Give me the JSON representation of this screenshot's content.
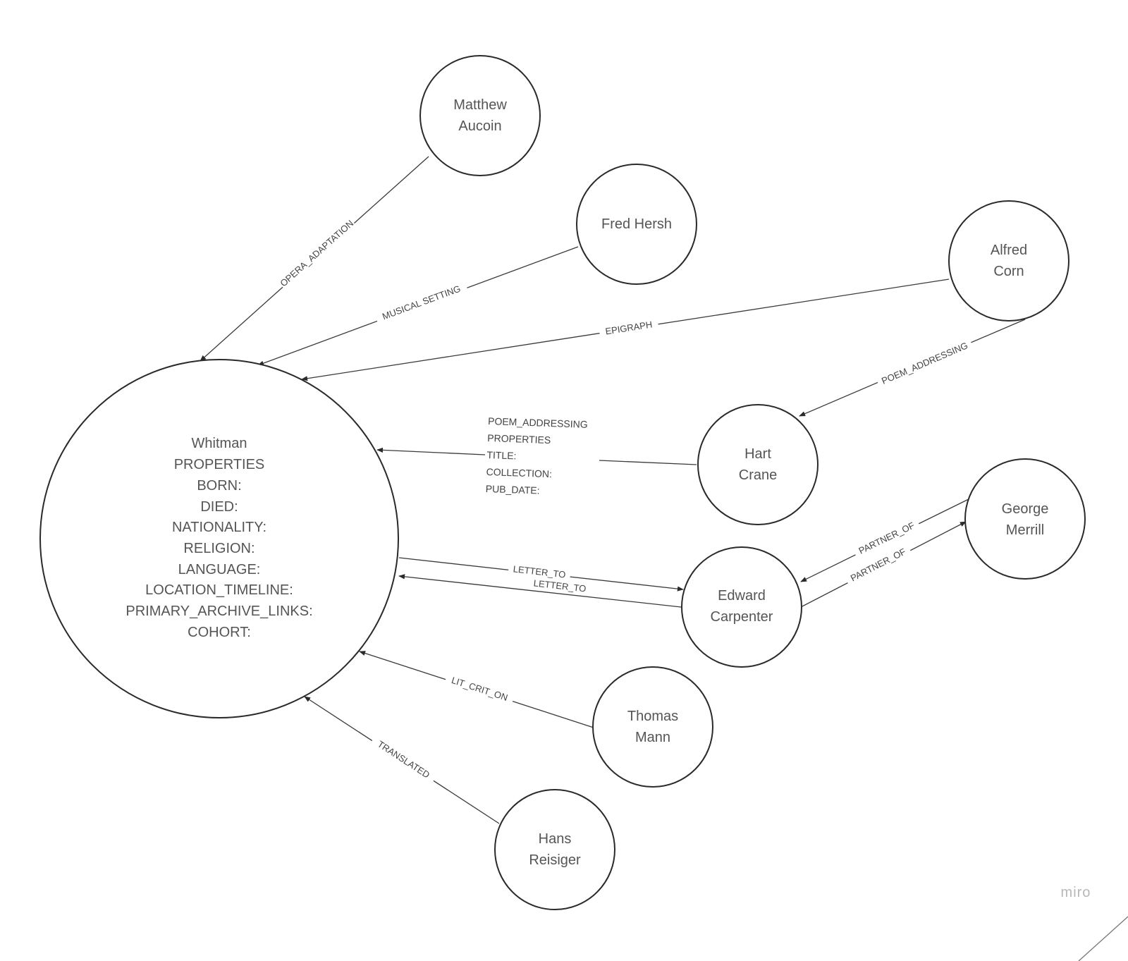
{
  "diagram": {
    "nodes": {
      "whitman": {
        "title": "Whitman",
        "lines": [
          "PROPERTIES",
          "BORN:",
          "DIED:",
          "NATIONALITY:",
          "RELIGION:",
          "LANGUAGE:",
          "LOCATION_TIMELINE:",
          "PRIMARY_ARCHIVE_LINKS:",
          "COHORT:"
        ]
      },
      "matthew_aucoin": {
        "lines": [
          "Matthew",
          "Aucoin"
        ]
      },
      "fred_hersh": {
        "lines": [
          "Fred Hersh"
        ]
      },
      "alfred_corn": {
        "lines": [
          "Alfred",
          "Corn"
        ]
      },
      "hart_crane": {
        "lines": [
          "Hart",
          "Crane"
        ]
      },
      "george_merrill": {
        "lines": [
          "George",
          "Merrill"
        ]
      },
      "edward_carpenter": {
        "lines": [
          "Edward",
          "Carpenter"
        ]
      },
      "thomas_mann": {
        "lines": [
          "Thomas",
          "Mann"
        ]
      },
      "hans_reisiger": {
        "lines": [
          "Hans",
          "Reisiger"
        ]
      }
    },
    "edges": {
      "opera_adaptation": "OPERA_ADAPTATION",
      "musical_setting": "MUSICAL SETTING",
      "epigraph": "EPIGRAPH",
      "poem_addressing_corn": "POEM_ADDRESSING",
      "poem_addressing_crane": "POEM_ADDRESSING",
      "letter_to_out": "LETTER_TO",
      "letter_to_in": "LETTER_TO",
      "partner_of_top": "PARTNER_OF",
      "partner_of_bottom": "PARTNER_OF",
      "lit_crit_on": "LIT_CRIT_ON",
      "translated": "TRANSLATED"
    },
    "poem_addressing_block": {
      "lines": [
        "PROPERTIES",
        "TITLE:",
        "COLLECTION:",
        "PUB_DATE:"
      ]
    },
    "watermark": "miro"
  },
  "colors": {
    "stroke": "#2a2a2a",
    "text": "#555555",
    "watermark": "#b8b8b8"
  }
}
